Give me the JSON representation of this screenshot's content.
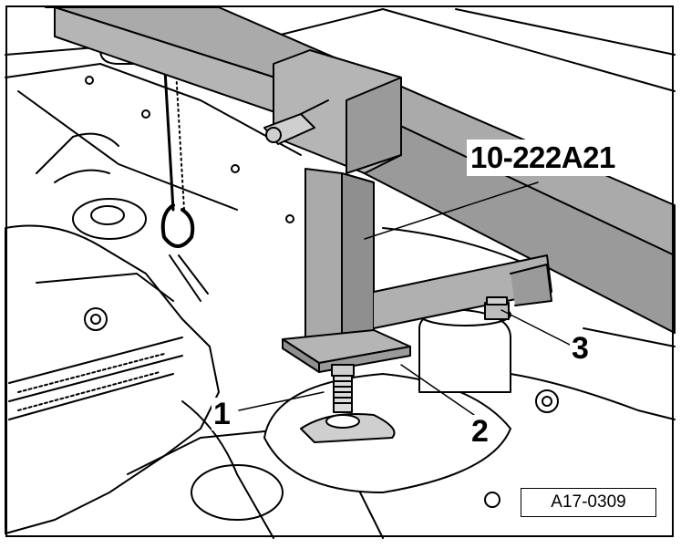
{
  "diagram": {
    "tool_label": "10-222A21",
    "callouts": [
      "1",
      "2",
      "3"
    ],
    "reference_code": "A17-0309",
    "colors": {
      "line": "#000000",
      "tool_fill": "#aaaaaa",
      "tool_dark": "#8f8f8f",
      "background": "#ffffff"
    }
  }
}
